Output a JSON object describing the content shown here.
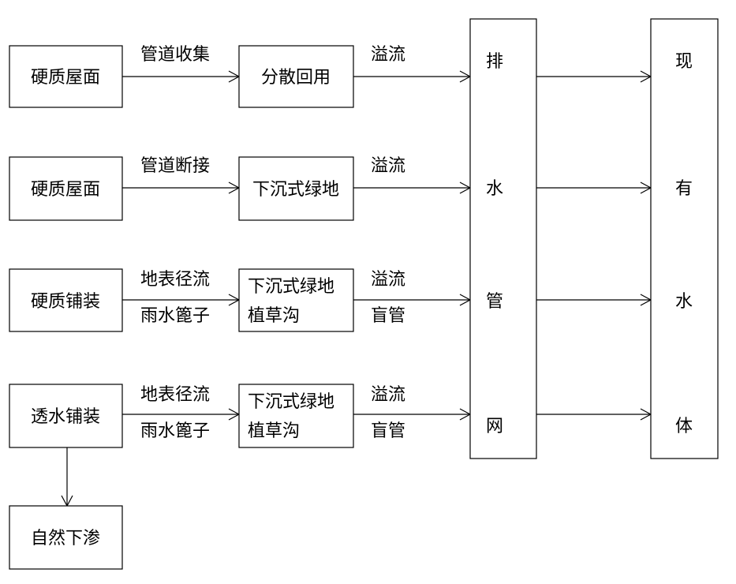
{
  "sources": [
    {
      "label": "硬质屋面",
      "path_top": "管道收集",
      "path_bottom": "",
      "facility_lines": [
        "分散回用"
      ],
      "overflow_top": "溢流",
      "overflow_bottom": ""
    },
    {
      "label": "硬质屋面",
      "path_top": "管道断接",
      "path_bottom": "",
      "facility_lines": [
        "下沉式绿地"
      ],
      "overflow_top": "溢流",
      "overflow_bottom": ""
    },
    {
      "label": "硬质铺装",
      "path_top": "地表径流",
      "path_bottom": "雨水篦子",
      "facility_lines": [
        "下沉式绿地",
        "植草沟"
      ],
      "overflow_top": "溢流",
      "overflow_bottom": "盲管"
    },
    {
      "label": "透水铺装",
      "path_top": "地表径流",
      "path_bottom": "雨水篦子",
      "facility_lines": [
        "下沉式绿地",
        "植草沟"
      ],
      "overflow_top": "溢流",
      "overflow_bottom": "盲管"
    }
  ],
  "infiltration": {
    "label": "自然下渗"
  },
  "drainage_network": {
    "chars": [
      "排",
      "水",
      "管",
      "网"
    ]
  },
  "water_body": {
    "chars": [
      "现",
      "有",
      "水",
      "体"
    ]
  }
}
